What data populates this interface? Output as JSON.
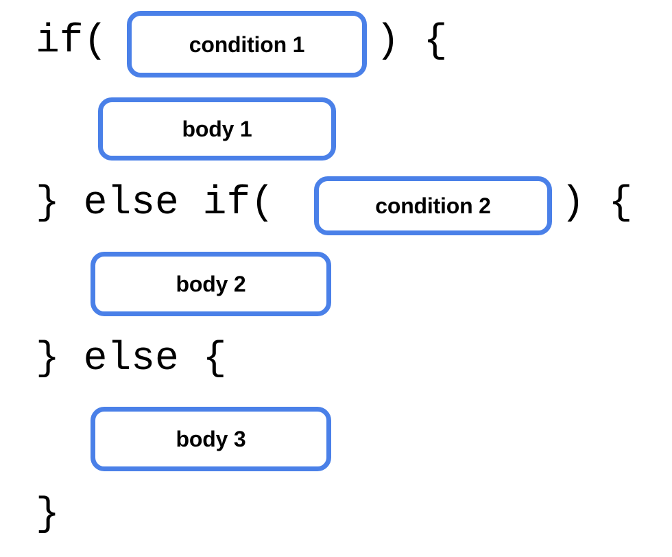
{
  "theme": {
    "background": "#ffffff",
    "accent": "#4a80e8",
    "text": "#000000"
  },
  "diagram": {
    "kind": "if-else-if-else control flow template",
    "lines": [
      {
        "id": "line-1",
        "code_before": "if(",
        "slot": {
          "id": "condition-1",
          "label": "condition 1"
        },
        "code_after": ") {"
      },
      {
        "id": "line-2",
        "slot": {
          "id": "body-1",
          "label": "body 1"
        }
      },
      {
        "id": "line-3",
        "code_before": "} else if(",
        "slot": {
          "id": "condition-2",
          "label": "condition 2"
        },
        "code_after": ") {"
      },
      {
        "id": "line-4",
        "slot": {
          "id": "body-2",
          "label": "body 2"
        }
      },
      {
        "id": "line-5",
        "code_before": "} else {"
      },
      {
        "id": "line-6",
        "slot": {
          "id": "body-3",
          "label": "body 3"
        }
      },
      {
        "id": "line-7",
        "code_before": "}"
      }
    ]
  }
}
